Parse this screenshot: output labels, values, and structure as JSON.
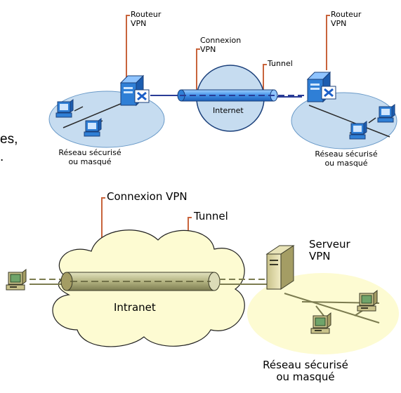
{
  "top_diagram": {
    "router_left": {
      "line1": "Routeur",
      "line2": "VPN"
    },
    "router_right": {
      "line1": "Routeur",
      "line2": "VPN"
    },
    "connection": {
      "line1": "Connexion",
      "line2": "VPN"
    },
    "tunnel": "Tunnel",
    "internet": "Internet",
    "network_left": {
      "line1": "Réseau sécurisé",
      "line2": "ou masqué"
    },
    "network_right": {
      "line1": "Réseau sécurisé",
      "line2": "ou masqué"
    }
  },
  "left_fragments": {
    "line1": "es,",
    "line2": "."
  },
  "bottom_diagram": {
    "connection": "Connexion VPN",
    "tunnel": "Tunnel",
    "server": {
      "line1": "Serveur",
      "line2": "VPN"
    },
    "intranet": "Intranet",
    "network": {
      "line1": "Réseau sécurisé",
      "line2": "ou masqué"
    }
  },
  "colors": {
    "leader_line": "#c8643c",
    "ellipse_fill": "#c6dcf0",
    "ellipse_stroke": "#6a9ac8",
    "tunnel_blue": "#5aa0e0",
    "dash_blue": "#2a3c96",
    "cloud_fill": "#fdfbd2",
    "yellow_ellipse": "#fdfbd2",
    "tunnel_olive": "#b4b482"
  }
}
